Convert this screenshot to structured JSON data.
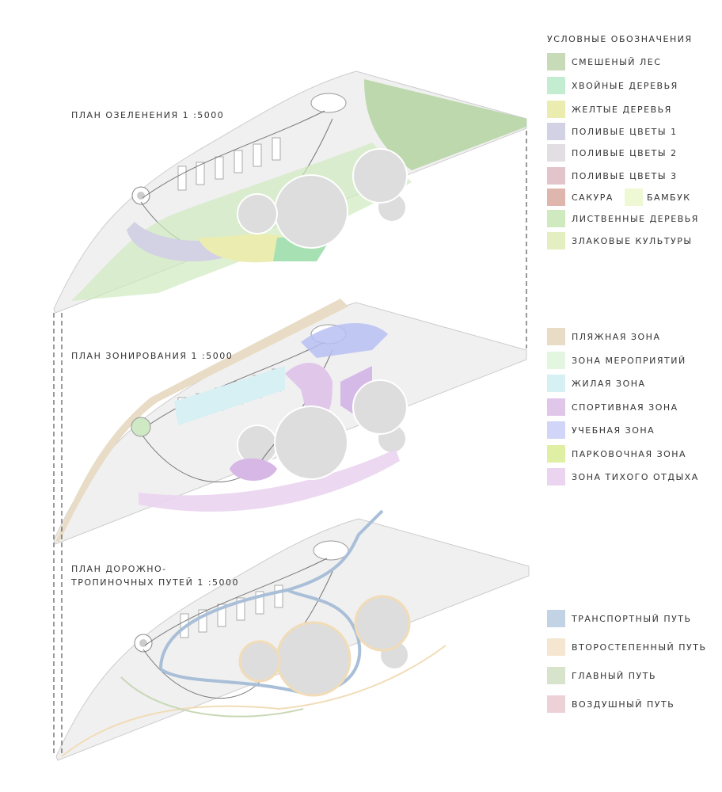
{
  "plans": [
    {
      "title": "ПЛАН ОЗЕЛЕНЕНИЯ 1 :5000"
    },
    {
      "title": "ПЛАН ЗОНИРОВАНИЯ 1 :5000"
    },
    {
      "title": "ПЛАН ДОРОЖНО-ТРОПИНОЧНЫХ ПУТЕЙ 1 :5000"
    }
  ],
  "legend_greening": {
    "title": "УСЛОВНЫЕ ОБОЗНАЧЕНИЯ",
    "items": [
      {
        "label": "СМЕШЕНЫЙ ЛЕС",
        "color": "#c8dbb8"
      },
      {
        "label": "ХВОЙНЫЕ ДЕРЕВЬЯ",
        "color": "#c4ecd0"
      },
      {
        "label": "ЖЕЛТЫЕ ДЕРЕВЬЯ",
        "color": "#ebedb0"
      },
      {
        "label": "ПОЛИВЫЕ ЦВЕТЫ 1",
        "color": "#d3d1e4"
      },
      {
        "label": "ПОЛИВЫЕ ЦВЕТЫ 2",
        "color": "#e2dee3"
      },
      {
        "label": "ПОЛИВЫЕ ЦВЕТЫ 3",
        "color": "#e3c4cb"
      },
      {
        "label": "САКУРА",
        "color": "#dfb6ad"
      },
      {
        "label": "БАМБУК",
        "color": "#eff8d4"
      },
      {
        "label": "ЛИСТВЕННЫЕ ДЕРЕВЬЯ",
        "color": "#cfeabf"
      },
      {
        "label": "ЗЛАКОВЫЕ КУЛЬТУРЫ",
        "color": "#e3efc1"
      }
    ]
  },
  "legend_zoning": {
    "items": [
      {
        "label": "ПЛЯЖНАЯ ЗОНА",
        "color": "#e8dcc6"
      },
      {
        "label": "ЗОНА МЕРОПРИЯТИЙ",
        "color": "#e3f7e0"
      },
      {
        "label": "ЖИЛАЯ ЗОНА",
        "color": "#d6f0f3"
      },
      {
        "label": "СПОРТИВНАЯ ЗОНА",
        "color": "#e0c7ea"
      },
      {
        "label": "УЧЕБНАЯ ЗОНА",
        "color": "#d1d5f7"
      },
      {
        "label": "ПАРКОВОЧНАЯ ЗОНА",
        "color": "#dfefa4"
      },
      {
        "label": "ЗОНА ТИХОГО ОТДЫХА",
        "color": "#ead4f0"
      }
    ]
  },
  "legend_paths": {
    "items": [
      {
        "label": "ТРАНСПОРТНЫЙ ПУТЬ",
        "color": "#c3d3e6"
      },
      {
        "label": "ВТОРОСТЕПЕННЫЙ ПУТЬ",
        "color": "#f4e6d0"
      },
      {
        "label": "ГЛАВНЫЙ ПУТЬ",
        "color": "#d8e3cc"
      },
      {
        "label": "ВОЗДУШНЫЙ ПУТЬ",
        "color": "#ecd2d6"
      }
    ]
  }
}
